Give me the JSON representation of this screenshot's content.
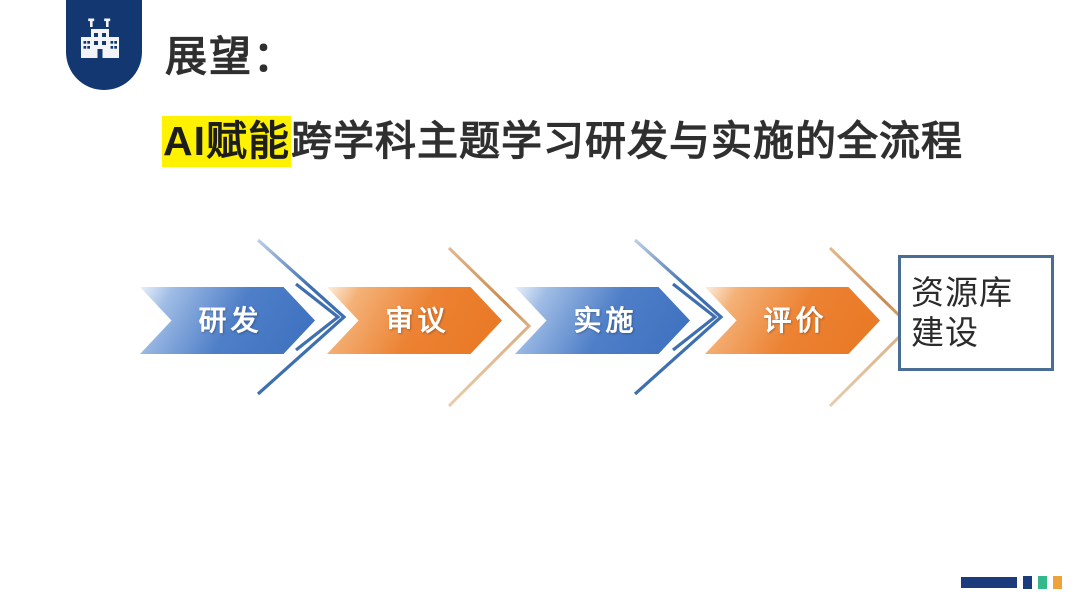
{
  "slide": {
    "background_color": "#ffffff",
    "brand": {
      "icon": "school-building-icon",
      "badge_color": "#123771"
    },
    "eyebrow_heading": "展望：",
    "main_heading": {
      "highlight_text": "AI赋能",
      "highlight_color": "#fff200",
      "rest_text": "跨学科主题学习研发与实施的全流程",
      "full_text": "AI赋能跨学科主题学习研发与实施的全流程"
    }
  },
  "flow": {
    "steps": [
      {
        "label": "研发",
        "color": "#3b6fbe",
        "style": "blue"
      },
      {
        "label": "审议",
        "color": "#e87722",
        "style": "orange"
      },
      {
        "label": "实施",
        "color": "#3b6fbe",
        "style": "blue"
      },
      {
        "label": "评价",
        "color": "#e87722",
        "style": "orange"
      }
    ],
    "connectors": [
      {
        "name": "connector-chevron-1",
        "color": "#3e6fb0"
      },
      {
        "name": "connector-chevron-2",
        "color": "#c98b4e"
      },
      {
        "name": "connector-chevron-3",
        "color": "#3e6fb0"
      },
      {
        "name": "connector-chevron-4",
        "color": "#c98b4e"
      }
    ],
    "outcome": {
      "line1": "资源库",
      "line2": "建设",
      "border_color": "#4a6d96"
    }
  },
  "footer": {
    "bar_color": "#1b3b7d",
    "squares": [
      {
        "name": "footer-square-navy",
        "color": "#1b3b7d"
      },
      {
        "name": "footer-square-green",
        "color": "#33b88a"
      },
      {
        "name": "footer-square-orange",
        "color": "#efa13c"
      }
    ]
  }
}
